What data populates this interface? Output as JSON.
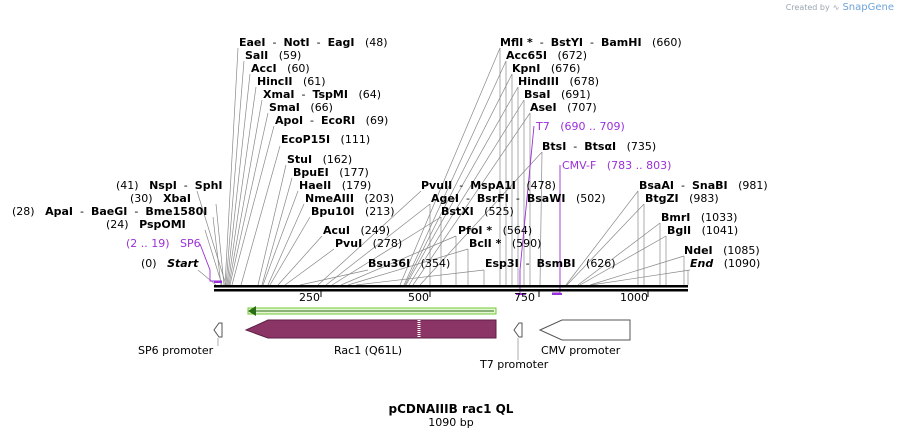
{
  "credit": {
    "prefix": "Created by",
    "brand": "SnapGene"
  },
  "map": {
    "title": "pCDNAIIIB rac1 QL",
    "length_label": "1090 bp",
    "ruler_ticks": [
      "250",
      "500",
      "750",
      "1000"
    ],
    "features": {
      "sp6": "SP6 promoter",
      "rac1": "Rac1 (Q61L)",
      "t7": "T7 promoter",
      "cmv": "CMV promoter"
    },
    "sites": [
      {
        "parts": [
          {
            "t": "EaeI",
            "s": "b"
          },
          {
            "t": "  -  ",
            "s": "n"
          },
          {
            "t": "NotI",
            "s": "b"
          },
          {
            "t": "  -  ",
            "s": "n"
          },
          {
            "t": "EagI",
            "s": "b"
          },
          {
            "t": "   (48)",
            "s": "n"
          }
        ]
      },
      {
        "parts": [
          {
            "t": "SalI",
            "s": "b"
          },
          {
            "t": "   (59)",
            "s": "n"
          }
        ]
      },
      {
        "parts": [
          {
            "t": "AccI",
            "s": "b"
          },
          {
            "t": "   (60)",
            "s": "n"
          }
        ]
      },
      {
        "parts": [
          {
            "t": "HincII",
            "s": "b"
          },
          {
            "t": "   (61)",
            "s": "n"
          }
        ]
      },
      {
        "parts": [
          {
            "t": "XmaI",
            "s": "b"
          },
          {
            "t": "  -  ",
            "s": "n"
          },
          {
            "t": "TspMI",
            "s": "b"
          },
          {
            "t": "   (64)",
            "s": "n"
          }
        ]
      },
      {
        "parts": [
          {
            "t": "SmaI",
            "s": "b"
          },
          {
            "t": "   (66)",
            "s": "n"
          }
        ]
      },
      {
        "parts": [
          {
            "t": "ApoI",
            "s": "b"
          },
          {
            "t": "  -  ",
            "s": "n"
          },
          {
            "t": "EcoRI",
            "s": "b"
          },
          {
            "t": "   (69)",
            "s": "n"
          }
        ]
      },
      {
        "parts": [
          {
            "t": "EcoP15I",
            "s": "b"
          },
          {
            "t": "   (111)",
            "s": "n"
          }
        ]
      },
      {
        "parts": [
          {
            "t": "StuI",
            "s": "b"
          },
          {
            "t": "   (162)",
            "s": "n"
          }
        ]
      },
      {
        "parts": [
          {
            "t": "BpuEI",
            "s": "b"
          },
          {
            "t": "   (177)",
            "s": "n"
          }
        ]
      },
      {
        "parts": [
          {
            "t": "HaeII",
            "s": "b"
          },
          {
            "t": "   (179)",
            "s": "n"
          }
        ]
      },
      {
        "parts": [
          {
            "t": "NmeAIII",
            "s": "b"
          },
          {
            "t": "   (203)",
            "s": "n"
          }
        ]
      },
      {
        "parts": [
          {
            "t": "Bpu10I",
            "s": "b"
          },
          {
            "t": "   (213)",
            "s": "n"
          }
        ]
      },
      {
        "parts": [
          {
            "t": "AcuI",
            "s": "b"
          },
          {
            "t": "   (249)",
            "s": "n"
          }
        ]
      },
      {
        "parts": [
          {
            "t": "PvuI",
            "s": "b"
          },
          {
            "t": "   (278)",
            "s": "n"
          }
        ]
      },
      {
        "parts": [
          {
            "t": "(41)   ",
            "s": "n"
          },
          {
            "t": "NspI",
            "s": "b"
          },
          {
            "t": "  -  ",
            "s": "n"
          },
          {
            "t": "SphI",
            "s": "b"
          }
        ]
      },
      {
        "parts": [
          {
            "t": "(30)   ",
            "s": "n"
          },
          {
            "t": "XbaI",
            "s": "b"
          }
        ]
      },
      {
        "parts": [
          {
            "t": "(28)   ",
            "s": "n"
          },
          {
            "t": "ApaI",
            "s": "b"
          },
          {
            "t": "  -  ",
            "s": "n"
          },
          {
            "t": "BaeGI",
            "s": "b"
          },
          {
            "t": "  -  ",
            "s": "n"
          },
          {
            "t": "Bme1580I",
            "s": "b"
          }
        ]
      },
      {
        "parts": [
          {
            "t": "(24)   ",
            "s": "n"
          },
          {
            "t": "PspOMI",
            "s": "b"
          }
        ]
      },
      {
        "parts": [
          {
            "t": "(2 .. 19)   SP6",
            "s": "p"
          }
        ]
      },
      {
        "parts": [
          {
            "t": "(0)   ",
            "s": "n"
          },
          {
            "t": "Start",
            "s": "i"
          }
        ]
      },
      {
        "parts": [
          {
            "t": "Bsu36I",
            "s": "b"
          },
          {
            "t": "   (354)",
            "s": "n"
          }
        ]
      },
      {
        "parts": [
          {
            "t": "PvuII",
            "s": "b"
          },
          {
            "t": "  -  ",
            "s": "n"
          },
          {
            "t": "MspA1I",
            "s": "b"
          },
          {
            "t": "   (478)",
            "s": "n"
          }
        ]
      },
      {
        "parts": [
          {
            "t": "AgeI",
            "s": "b"
          },
          {
            "t": "  -  ",
            "s": "n"
          },
          {
            "t": "BsrFI",
            "s": "b"
          },
          {
            "t": "  -  ",
            "s": "n"
          },
          {
            "t": "BsaWI",
            "s": "b"
          },
          {
            "t": "   (502)",
            "s": "n"
          }
        ]
      },
      {
        "parts": [
          {
            "t": "BstXI",
            "s": "b"
          },
          {
            "t": "   (525)",
            "s": "n"
          }
        ]
      },
      {
        "parts": [
          {
            "t": "PfoI *",
            "s": "b"
          },
          {
            "t": "   (564)",
            "s": "n"
          }
        ]
      },
      {
        "parts": [
          {
            "t": "BclI *",
            "s": "b"
          },
          {
            "t": "   (590)",
            "s": "n"
          }
        ]
      },
      {
        "parts": [
          {
            "t": "Esp3I",
            "s": "b"
          },
          {
            "t": "  -  ",
            "s": "n"
          },
          {
            "t": "BsmBI",
            "s": "b"
          },
          {
            "t": "   (626)",
            "s": "n"
          }
        ]
      },
      {
        "parts": [
          {
            "t": "MflI *",
            "s": "b"
          },
          {
            "t": "  -  ",
            "s": "n"
          },
          {
            "t": "BstYI",
            "s": "b"
          },
          {
            "t": "  -  ",
            "s": "n"
          },
          {
            "t": "BamHI",
            "s": "b"
          },
          {
            "t": "   (660)",
            "s": "n"
          }
        ]
      },
      {
        "parts": [
          {
            "t": "Acc65I",
            "s": "b"
          },
          {
            "t": "   (672)",
            "s": "n"
          }
        ]
      },
      {
        "parts": [
          {
            "t": "KpnI",
            "s": "b"
          },
          {
            "t": "   (676)",
            "s": "n"
          }
        ]
      },
      {
        "parts": [
          {
            "t": "HindIII",
            "s": "b"
          },
          {
            "t": "   (678)",
            "s": "n"
          }
        ]
      },
      {
        "parts": [
          {
            "t": "BsaI",
            "s": "b"
          },
          {
            "t": "   (691)",
            "s": "n"
          }
        ]
      },
      {
        "parts": [
          {
            "t": "AseI",
            "s": "b"
          },
          {
            "t": "   (707)",
            "s": "n"
          }
        ]
      },
      {
        "parts": [
          {
            "t": "T7   (690 .. 709)",
            "s": "p"
          }
        ]
      },
      {
        "parts": [
          {
            "t": "BtsI",
            "s": "b"
          },
          {
            "t": "  -  ",
            "s": "n"
          },
          {
            "t": "BtsαI",
            "s": "b"
          },
          {
            "t": "   (735)",
            "s": "n"
          }
        ]
      },
      {
        "parts": [
          {
            "t": "CMV-F   (783 .. 803)",
            "s": "p"
          }
        ]
      },
      {
        "parts": [
          {
            "t": "BsaAI",
            "s": "b"
          },
          {
            "t": "  -  ",
            "s": "n"
          },
          {
            "t": "SnaBI",
            "s": "b"
          },
          {
            "t": "   (981)",
            "s": "n"
          }
        ]
      },
      {
        "parts": [
          {
            "t": "BtgZI",
            "s": "b"
          },
          {
            "t": "   (983)",
            "s": "n"
          }
        ]
      },
      {
        "parts": [
          {
            "t": "BmrI",
            "s": "b"
          },
          {
            "t": "   (1033)",
            "s": "n"
          }
        ]
      },
      {
        "parts": [
          {
            "t": "BglI",
            "s": "b"
          },
          {
            "t": "   (1041)",
            "s": "n"
          }
        ]
      },
      {
        "parts": [
          {
            "t": "NdeI",
            "s": "b"
          },
          {
            "t": "   (1085)",
            "s": "n"
          }
        ]
      },
      {
        "parts": [
          {
            "t": "End",
            "s": "i"
          },
          {
            "t": "   (1090)",
            "s": "n"
          }
        ]
      }
    ],
    "colors": {
      "feature": "#8b3566",
      "primer": "#9b30d9",
      "orf": "#6ccb2b",
      "backbone": "#000000"
    }
  }
}
